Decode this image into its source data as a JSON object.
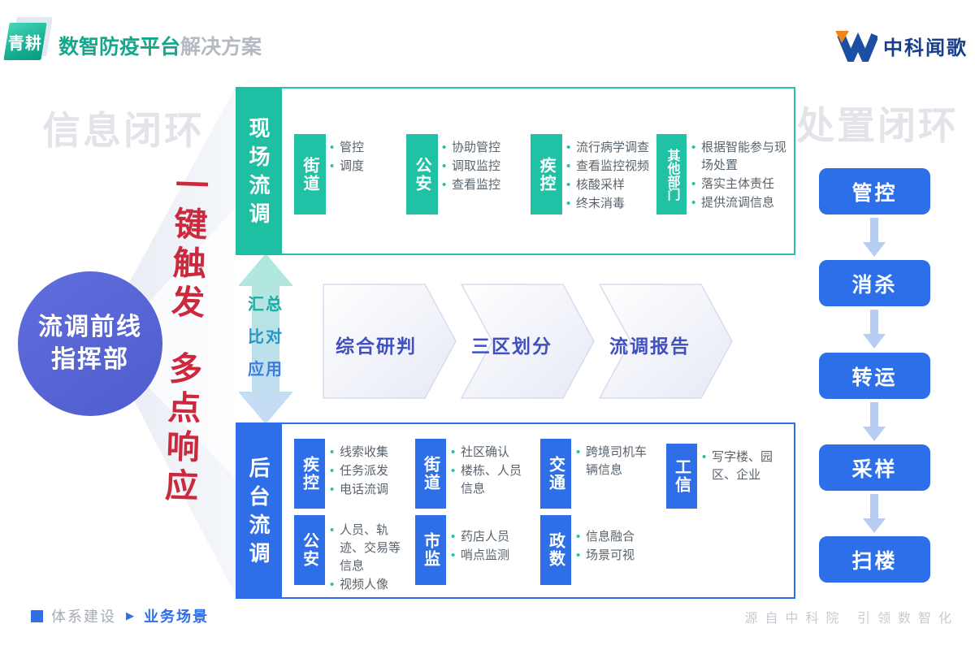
{
  "header": {
    "badge": "青耕",
    "title_primary": "数智防疫平台",
    "title_secondary": "解决方案",
    "brand": "中科闻歌"
  },
  "watermarks": {
    "left": "信息闭环",
    "right": "处置闭环"
  },
  "command_circle": {
    "line1": "流调前线",
    "line2": "指挥部"
  },
  "slogan": {
    "part1": "一键触发",
    "part2": "多点响应"
  },
  "field_box": {
    "label": "现场流调",
    "groups": [
      {
        "name": "街道",
        "items": [
          "管控",
          "调度"
        ]
      },
      {
        "name": "公安",
        "items": [
          "协助管控",
          "调取监控",
          "查看监控"
        ]
      },
      {
        "name": "疾控",
        "items": [
          "流行病学调查",
          "查看监控视频",
          "核酸采样",
          "终末消毒"
        ]
      },
      {
        "name": "其他部门",
        "items": [
          "根据智能参与现场处置",
          "落实主体责任",
          "提供流调信息"
        ]
      }
    ]
  },
  "middle": {
    "sync_labels": [
      "汇总",
      "比对",
      "应用"
    ],
    "steps": [
      "综合研判",
      "三区划分",
      "流调报告"
    ]
  },
  "backend_box": {
    "label": "后台流调",
    "groups": [
      {
        "name": "疾控",
        "items": [
          "线索收集",
          "任务派发",
          "电话流调"
        ]
      },
      {
        "name": "公安",
        "items": [
          "人员、轨迹、交易等信息",
          "视频人像"
        ]
      },
      {
        "name": "街道",
        "items": [
          "社区确认",
          "楼栋、人员信息"
        ]
      },
      {
        "name": "市监",
        "items": [
          "药店人员",
          "哨点监测"
        ]
      },
      {
        "name": "交通",
        "items": [
          "跨境司机车辆信息"
        ]
      },
      {
        "name": "政数",
        "items": [
          "信息融合",
          "场景可视"
        ]
      },
      {
        "name": "工信",
        "items": [
          "写字楼、园区、企业"
        ]
      }
    ]
  },
  "process_chain": {
    "steps": [
      "管控",
      "消杀",
      "转运",
      "采样",
      "扫楼"
    ]
  },
  "footer": {
    "section": "体系建设",
    "page": "业务场景",
    "tagline": "源自中科院 引领数智化"
  },
  "colors": {
    "teal": "#1fbfa3",
    "blue": "#2e6fe8",
    "circle_indigo": "#5663cf",
    "slogan_red": "#cb2a3d",
    "chevron_text": "#4050c0",
    "watermark_gray": "#e2e4e9",
    "brand_blue": "#173e8c",
    "brand_orange": "#f08419"
  }
}
